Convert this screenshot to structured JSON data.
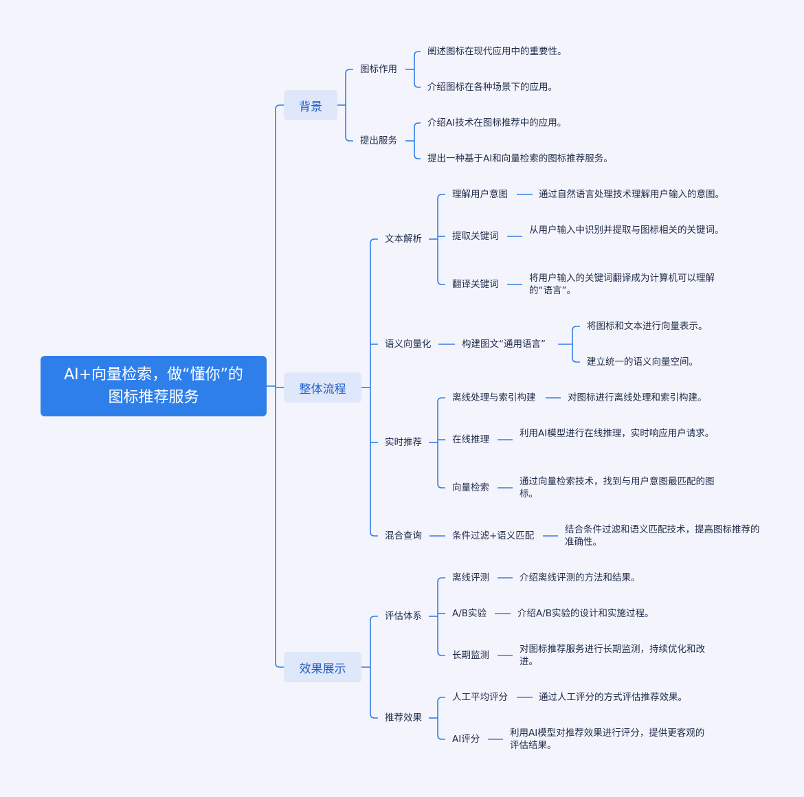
{
  "root": {
    "title": "AI+向量检索，做“懂你”的图标推荐服务"
  },
  "colors": {
    "background": "#f4f5fc",
    "root_fill": "#2f7fea",
    "branch_fill": "#dfe7fa",
    "line": "#2f7fea",
    "branch_text": "#1f5fc4",
    "leaf_text": "#1d2a48"
  },
  "branches": [
    {
      "label": "背景",
      "children": [
        {
          "label": "图标作用",
          "children": [
            {
              "label": "阐述图标在现代应用中的重要性。"
            },
            {
              "label": "介绍图标在各种场景下的应用。"
            }
          ]
        },
        {
          "label": "提出服务",
          "children": [
            {
              "label": "介绍AI技术在图标推荐中的应用。"
            },
            {
              "label": "提出一种基于AI和向量检索的图标推荐服务。"
            }
          ]
        }
      ]
    },
    {
      "label": "整体流程",
      "children": [
        {
          "label": "文本解析",
          "children": [
            {
              "label": "理解用户意图",
              "children": [
                {
                  "label": "通过自然语言处理技术理解用户输入的意图。"
                }
              ]
            },
            {
              "label": "提取关键词",
              "children": [
                {
                  "label": "从用户输入中识别并提取与图标相关的关键词。"
                }
              ]
            },
            {
              "label": "翻译关键词",
              "children": [
                {
                  "label": "将用户输入的关键词翻译成为计算机可以理解的“语言”。"
                }
              ]
            }
          ]
        },
        {
          "label": "语义向量化",
          "children": [
            {
              "label": "构建图文“通用语言”",
              "children": [
                {
                  "label": "将图标和文本进行向量表示。"
                },
                {
                  "label": "建立统一的语义向量空间。"
                }
              ]
            }
          ]
        },
        {
          "label": "实时推荐",
          "children": [
            {
              "label": "离线处理与索引构建",
              "children": [
                {
                  "label": "对图标进行离线处理和索引构建。"
                }
              ]
            },
            {
              "label": "在线推理",
              "children": [
                {
                  "label": "利用AI模型进行在线推理，实时响应用户请求。"
                }
              ]
            },
            {
              "label": "向量检索",
              "children": [
                {
                  "label": "通过向量检索技术，找到与用户意图最匹配的图标。"
                }
              ]
            }
          ]
        },
        {
          "label": "混合查询",
          "children": [
            {
              "label": "条件过滤+语义匹配",
              "children": [
                {
                  "label": "结合条件过滤和语义匹配技术，提高图标推荐的准确性。"
                }
              ]
            }
          ]
        }
      ]
    },
    {
      "label": "效果展示",
      "children": [
        {
          "label": "评估体系",
          "children": [
            {
              "label": "离线评测",
              "children": [
                {
                  "label": "介绍离线评测的方法和结果。"
                }
              ]
            },
            {
              "label": "A/B实验",
              "children": [
                {
                  "label": "介绍A/B实验的设计和实施过程。"
                }
              ]
            },
            {
              "label": "长期监测",
              "children": [
                {
                  "label": "对图标推荐服务进行长期监测，持续优化和改进。"
                }
              ]
            }
          ]
        },
        {
          "label": "推荐效果",
          "children": [
            {
              "label": "人工平均评分",
              "children": [
                {
                  "label": "通过人工评分的方式评估推荐效果。"
                }
              ]
            },
            {
              "label": "AI评分",
              "children": [
                {
                  "label": "利用AI模型对推荐效果进行评分，提供更客观的评估结果。"
                }
              ]
            }
          ]
        }
      ]
    }
  ]
}
